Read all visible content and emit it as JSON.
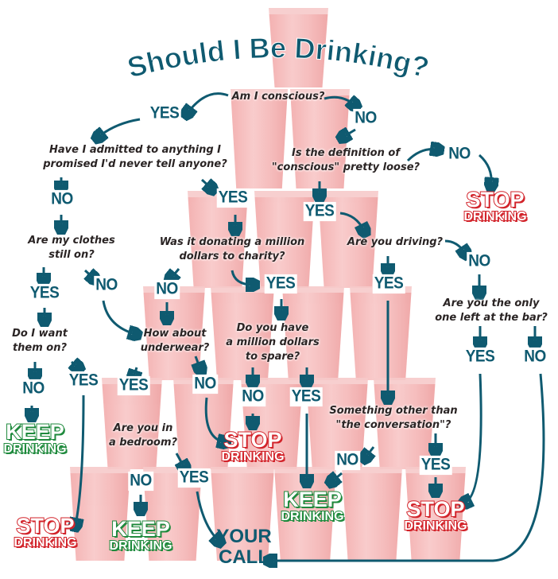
{
  "title": "Should I Be Drinking?",
  "questions": {
    "conscious": "Am I conscious?",
    "admitted": [
      "Have I admitted to anything I",
      "promised I'd never tell anyone?"
    ],
    "definition": [
      "Is the definition of",
      "\"conscious\" pretty loose?"
    ],
    "clothes": [
      "Are my clothes",
      "still on?"
    ],
    "donating": [
      "Was it donating a million",
      "dollars to charity?"
    ],
    "driving": "Are you driving?",
    "only_one": [
      "Are you the only",
      "one left at the bar?"
    ],
    "want_on": [
      "Do I want",
      "them on?"
    ],
    "underwear": [
      "How about",
      "underwear?"
    ],
    "spare": [
      "Do you have",
      "a million dollars",
      "to spare?"
    ],
    "something": [
      "Something other than",
      "\"the conversation\"?"
    ],
    "bedroom": [
      "Are you in",
      "a bedroom?"
    ]
  },
  "answers": [
    "YES",
    "NO",
    "NO",
    "YES",
    "NO",
    "YES",
    "NO",
    "NO",
    "YES",
    "YES",
    "YES",
    "NO",
    "YES",
    "NO",
    "YES",
    "NO",
    "YES",
    "NO",
    "NO",
    "YES",
    "NO",
    "YES",
    "NO",
    "YES"
  ],
  "outcomes": {
    "stop": [
      "STOP",
      "DRINKING"
    ],
    "keep": [
      "KEEP",
      "DRINKING"
    ],
    "call": [
      "YOUR",
      "CALL"
    ]
  },
  "colors": {
    "teal": "#0f5a70",
    "red": "#d2232a",
    "green": "#1f8a3d",
    "cup": "#f4b5b5"
  }
}
